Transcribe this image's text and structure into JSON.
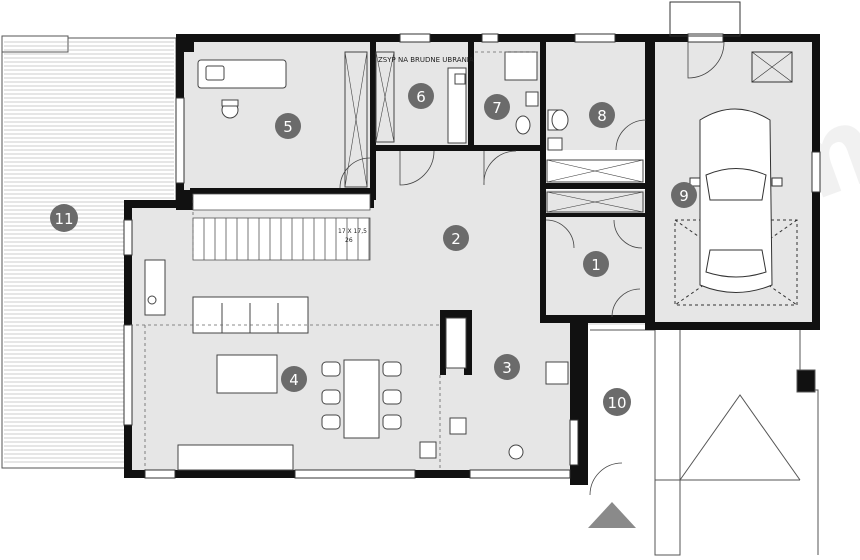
{
  "labels": {
    "laundry_chute": "ZSYP NA BRUDNE UBRANIA",
    "stair_spec": "17 X 17,5",
    "stair_count": "26",
    "watermark": "extradom"
  },
  "rooms": [
    {
      "id": "1",
      "label": "1"
    },
    {
      "id": "2",
      "label": "2"
    },
    {
      "id": "3",
      "label": "3"
    },
    {
      "id": "4",
      "label": "4"
    },
    {
      "id": "5",
      "label": "5"
    },
    {
      "id": "6",
      "label": "6"
    },
    {
      "id": "7",
      "label": "7"
    },
    {
      "id": "8",
      "label": "8"
    },
    {
      "id": "9",
      "label": "9"
    },
    {
      "id": "10",
      "label": "10"
    },
    {
      "id": "11",
      "label": "11"
    }
  ],
  "colors": {
    "wall": "#111111",
    "floor": "#e6e6e6",
    "badge": "#6b6b6b",
    "line": "#555555",
    "terrace_line": "#9a9a9a"
  }
}
